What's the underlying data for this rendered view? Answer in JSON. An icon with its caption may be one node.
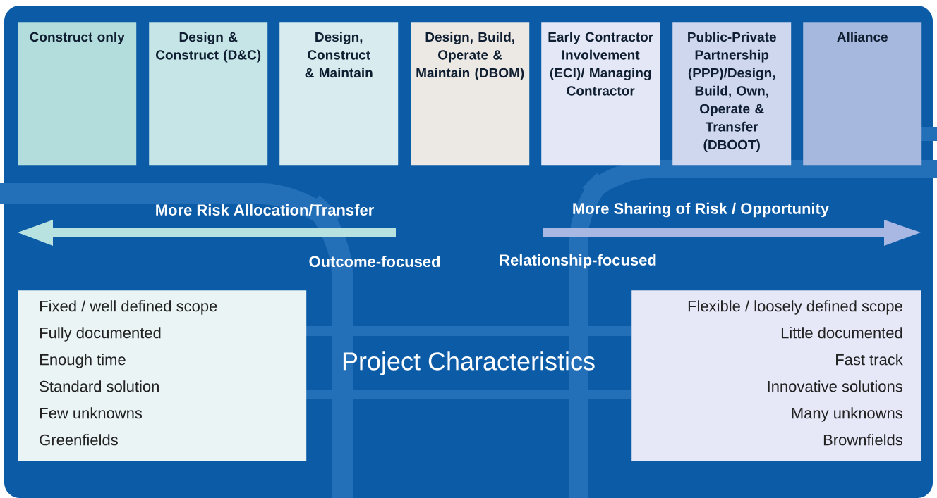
{
  "diagram": {
    "nodes": [
      {
        "text": [
          "Construct only"
        ]
      },
      {
        "text": [
          "Design & Construct (D&C)"
        ]
      },
      {
        "text": [
          "Design, Construct & Maintain"
        ]
      },
      {
        "text": [
          "Design, Build, Operate & Maintain (DBOM)"
        ]
      },
      {
        "text": [
          "Early Contractor Involvement (ECI)/ Managing Contractor"
        ]
      },
      {
        "text": [
          "Public-Private Partnership (PPP)/Design, Build, Own, Operate & Transfer (DBOOT)"
        ]
      },
      {
        "text": [
          "Alliance"
        ]
      },
      {
        "text": [
          "Fixed / well defined scope",
          "Fully documented",
          "Enough time",
          "Standard solution",
          "Few unknowns",
          "Greenfields"
        ]
      },
      {
        "text": [
          "Flexible / loosely defined scope",
          "Little documented",
          "Fast track",
          "Innovative solutions",
          "Many unknowns",
          "Brownfields"
        ]
      }
    ],
    "edges": [],
    "labels": [
      "More Risk Allocation/Transfer",
      "More Sharing of Risk / Opportunity",
      "Outcome-focused",
      "Relationship-focused",
      "Project Characteristics"
    ]
  }
}
